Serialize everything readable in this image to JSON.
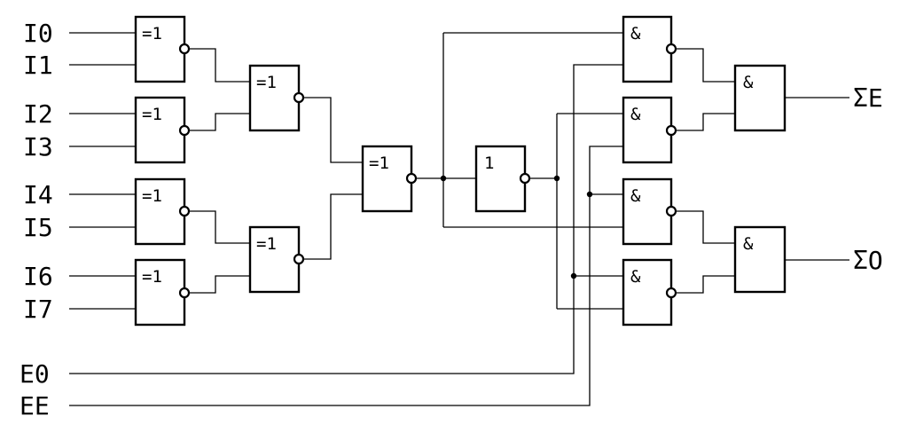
{
  "inputs": [
    "I0",
    "I1",
    "I2",
    "I3",
    "I4",
    "I5",
    "I6",
    "I7",
    "E0",
    "EE"
  ],
  "outputs": [
    "ΣE",
    "ΣO"
  ],
  "gates": {
    "xor": "=1",
    "not": "1",
    "and": "&"
  }
}
